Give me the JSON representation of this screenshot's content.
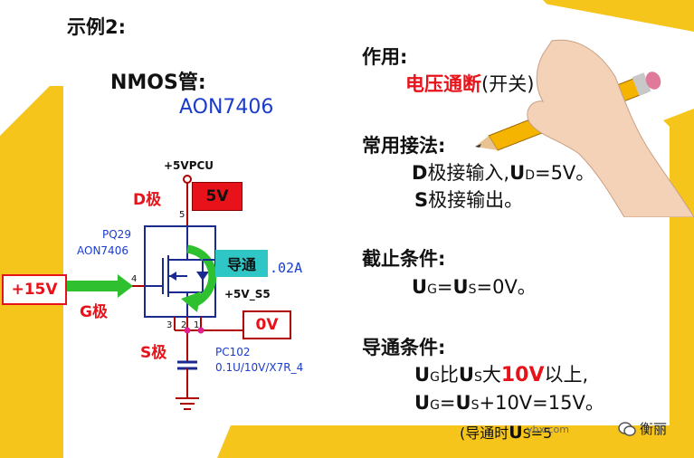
{
  "title": "示例2:",
  "device": {
    "type": "NMOS管:",
    "part": "AON7406"
  },
  "colors": {
    "accent_yellow": "#f6c51b",
    "red": "#e8121a",
    "blue": "#1a3ccc",
    "green": "#2fc02f",
    "teal": "#2fc6c6",
    "dark_red": "#b00000"
  },
  "circuit": {
    "supply": "+5VPCU",
    "drain_label": "D极",
    "drain_voltage": "5V",
    "ref": "PQ29",
    "ref_part": "AON7406",
    "pin_d": "5",
    "pin_g": "4",
    "pin_s": "3",
    "pin_s2": "2",
    "pin_s3": "1",
    "gate_input": "+15V",
    "gate_label": "G极",
    "conduct_label": "导通",
    "current_text": ".02A",
    "output_net": "+5V_S5",
    "source_voltage": "0V",
    "source_label": "S极",
    "cap_ref": "PC102",
    "cap_value": "0.1U/10V/X7R_4"
  },
  "right": {
    "func_heading": "作用:",
    "func_value": "电压通断",
    "func_note": "(开关)",
    "conn_heading": "常用接法:",
    "conn_d_letter": "D",
    "conn_d_text": "极接输入,",
    "conn_d_u": "U",
    "conn_d_sub": "D",
    "conn_d_eq": "=5V。",
    "conn_s_letter": "S",
    "conn_s_text": "极接输出。",
    "cut_heading": "截止条件:",
    "cut_u1": "U",
    "cut_sub1": "G",
    "cut_eq1": "=",
    "cut_u2": "U",
    "cut_sub2": "S",
    "cut_eq2": "=0V。",
    "on_heading": "导通条件:",
    "on1_u1": "U",
    "on1_sub1": "G",
    "on1_t1": "比",
    "on1_u2": "U",
    "on1_sub2": "S",
    "on1_t2": "大",
    "on1_val": "10V",
    "on1_t3": "以上,",
    "on2_u1": "U",
    "on2_sub1": "G",
    "on2_eq1": "=",
    "on2_u2": "U",
    "on2_sub2": "S",
    "on2_eq2": "+10V=15V。",
    "note_start": "(导通时",
    "note_u": "U",
    "note_sub": "S",
    "note_end": "=5",
    "watermark": "ybx.com",
    "brand": "衡丽"
  }
}
